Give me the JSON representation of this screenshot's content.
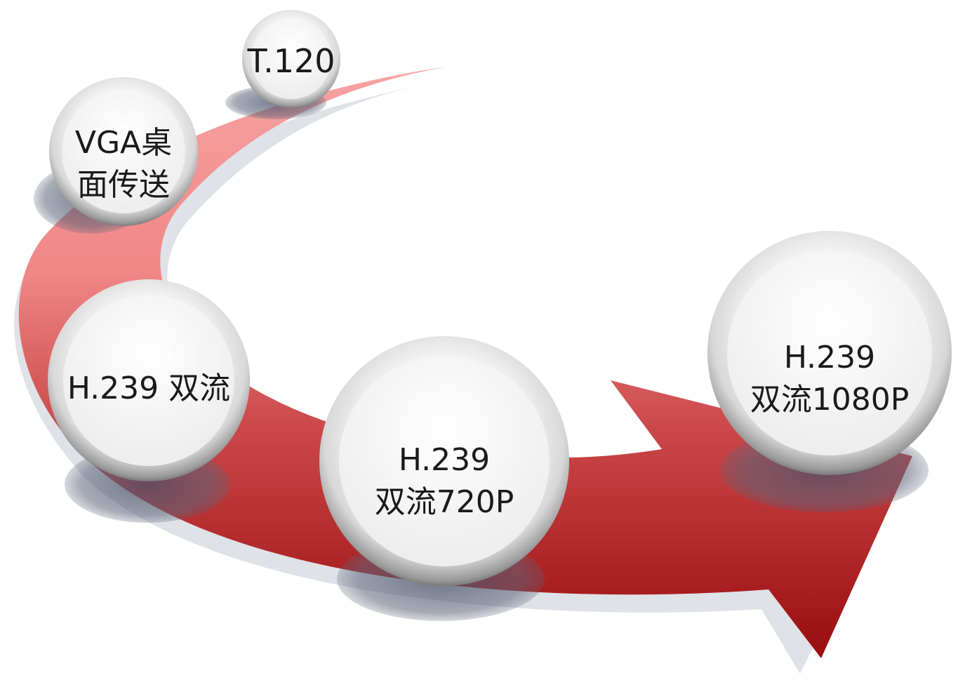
{
  "diagram": {
    "colors": {
      "arrow_light": "#f6a0a0",
      "arrow_mid": "#d8474a",
      "arrow_dark": "#9e0e10",
      "arrow_shadow": "#d9dde3",
      "node_shadow": "#5d6478",
      "node_rim": "#6e6e6e",
      "node_fill": "#f3f3f3",
      "text": "#1a1a1a"
    },
    "nodes": [
      {
        "id": "t120",
        "lines": [
          "T.120"
        ]
      },
      {
        "id": "vga",
        "lines": [
          "VGA桌",
          "面传送"
        ]
      },
      {
        "id": "h239",
        "lines": [
          "H.239 双流"
        ]
      },
      {
        "id": "h239-720p",
        "lines": [
          "H.239",
          "双流720P"
        ]
      },
      {
        "id": "h239-1080p",
        "lines": [
          "H.239",
          "双流1080P"
        ]
      }
    ]
  }
}
